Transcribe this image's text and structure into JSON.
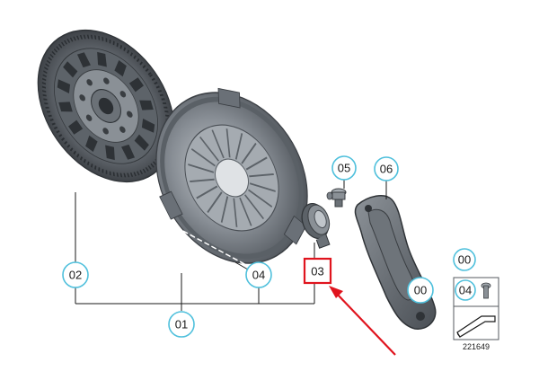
{
  "callouts": {
    "disc": "02",
    "main": "01",
    "pressure_plate": "04",
    "bearing": "03",
    "screw": "05",
    "fork": "06",
    "fork_bottom": "00",
    "box_top": "00",
    "box_item": "04"
  },
  "diagram_id": "221649",
  "colors": {
    "callout_stroke": "#4fc0dc",
    "highlight": "#e0141e",
    "arrow": "#e0141e",
    "part_dark": "#4a4f55",
    "part_mid": "#7b8188",
    "part_light": "#b9bec3"
  }
}
